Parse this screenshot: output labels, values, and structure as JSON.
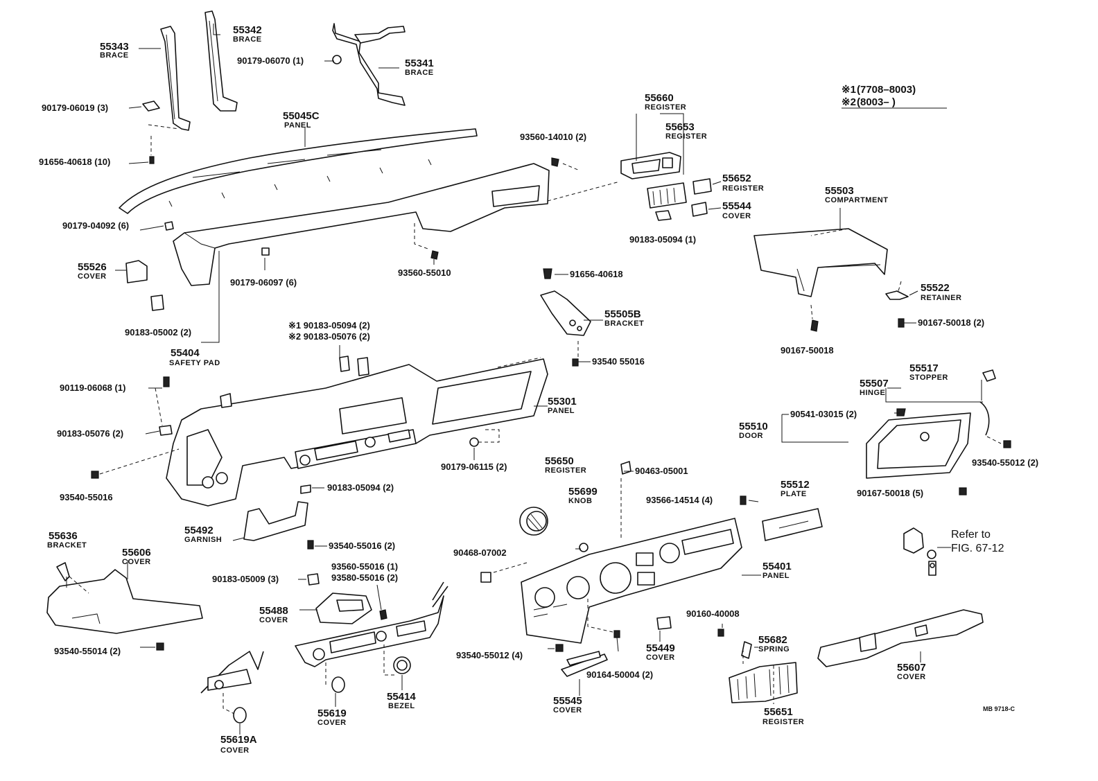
{
  "legend": {
    "line1_mark": "※1",
    "line1": "(7708–8003)",
    "line2_mark": "※2",
    "line2": "(8003–         )"
  },
  "parts": {
    "brace_55343": {
      "number": "55343",
      "name": "BRACE"
    },
    "brace_55342": {
      "number": "55342",
      "name": "BRACE"
    },
    "brace_55341": {
      "number": "55341",
      "name": "BRACE"
    },
    "panel_55045c": {
      "number": "55045C",
      "name": "PANEL"
    },
    "register_55660": {
      "number": "55660",
      "name": "REGISTER"
    },
    "register_55653": {
      "number": "55653",
      "name": "REGISTER"
    },
    "register_55652": {
      "number": "55652",
      "name": "REGISTER"
    },
    "cover_55544": {
      "number": "55544",
      "name": "COVER"
    },
    "compartment_55503": {
      "number": "55503",
      "name": "COMPARTMENT"
    },
    "retainer_55522": {
      "number": "55522",
      "name": "RETAINER"
    },
    "cover_55526": {
      "number": "55526",
      "name": "COVER"
    },
    "safety_pad_55404": {
      "number": "55404",
      "name": "SAFETY PAD"
    },
    "bracket_55505b": {
      "number": "55505B",
      "name": "BRACKET"
    },
    "panel_55301": {
      "number": "55301",
      "name": "PANEL"
    },
    "stopper_55517": {
      "number": "55517",
      "name": "STOPPER"
    },
    "hinge_55507": {
      "number": "55507",
      "name": "HINGE"
    },
    "door_55510": {
      "number": "55510",
      "name": "DOOR"
    },
    "register_55650": {
      "number": "55650",
      "name": "REGISTER"
    },
    "knob_55699": {
      "number": "55699",
      "name": "KNOB"
    },
    "plate_55512": {
      "number": "55512",
      "name": "PLATE"
    },
    "garnish_55492": {
      "number": "55492",
      "name": "GARNISH"
    },
    "bracket_55636": {
      "number": "55636",
      "name": "BRACKET"
    },
    "cover_55606": {
      "number": "55606",
      "name": "COVER"
    },
    "cover_55488": {
      "number": "55488",
      "name": "COVER"
    },
    "panel_55401": {
      "number": "55401",
      "name": "PANEL"
    },
    "cover_55449": {
      "number": "55449",
      "name": "COVER"
    },
    "spring_55682": {
      "number": "55682",
      "name": "SPRING"
    },
    "bezel_55414": {
      "number": "55414",
      "name": "BEZEL"
    },
    "cover_55619": {
      "number": "55619",
      "name": "COVER"
    },
    "cover_55545": {
      "number": "55545",
      "name": "COVER"
    },
    "register_55651": {
      "number": "55651",
      "name": "REGISTER"
    },
    "cover_55607": {
      "number": "55607",
      "name": "COVER"
    },
    "cover_55619a": {
      "number": "55619A",
      "name": "COVER"
    }
  },
  "fasteners": {
    "f_90179_06070": "90179-06070 (1)",
    "f_90179_06019": "90179-06019 (3)",
    "f_91656_40618_10": "91656-40618 (10)",
    "f_93560_14010": "93560-14010 (2)",
    "f_90183_05094_1": "90183-05094 (1)",
    "f_90179_04092": "90179-04092 (6)",
    "f_90179_06097": "90179-06097 (6)",
    "f_93560_55010": "93560-55010",
    "f_91656_40618": "91656-40618",
    "f_90183_05002": "90183-05002 (2)",
    "f_x1_90183_05094": "※1 90183-05094 (2)",
    "f_x2_90183_05076": "※2 90183-05076 (2)",
    "f_90167_50018_a": "90167-50018",
    "f_90167_50018_2": "90167-50018 (2)",
    "f_93540_55016_b": "93540 55016",
    "f_90119_06068": "90119-06068 (1)",
    "f_90183_05076": "90183-05076 (2)",
    "f_90541_03015": "90541-03015 (2)",
    "f_93540_55012_2": "93540-55012 (2)",
    "f_90179_06115": "90179-06115 (2)",
    "f_93540_55016_a": "93540-55016",
    "f_90463_05001": "90463-05001",
    "f_90183_05094_2": "90183-05094 (2)",
    "f_90167_50018_5": "90167-50018 (5)",
    "f_93566_14514": "93566-14514 (4)",
    "f_93540_55016_2": "93540-55016 (2)",
    "f_90468_07002": "90468-07002",
    "f_90183_05009": "90183-05009 (3)",
    "f_93560_55016": "93560-55016 (1)",
    "f_93580_55016": "93580-55016 (2)",
    "f_90160_40008": "90160-40008",
    "f_93540_55014": "93540-55014 (2)",
    "f_93540_55012_4": "93540-55012 (4)",
    "f_90164_50004": "90164-50004 (2)"
  },
  "reference": {
    "line1": "Refer to",
    "line2": "FIG. 67-12"
  },
  "figure_code": "MB  9718-C"
}
